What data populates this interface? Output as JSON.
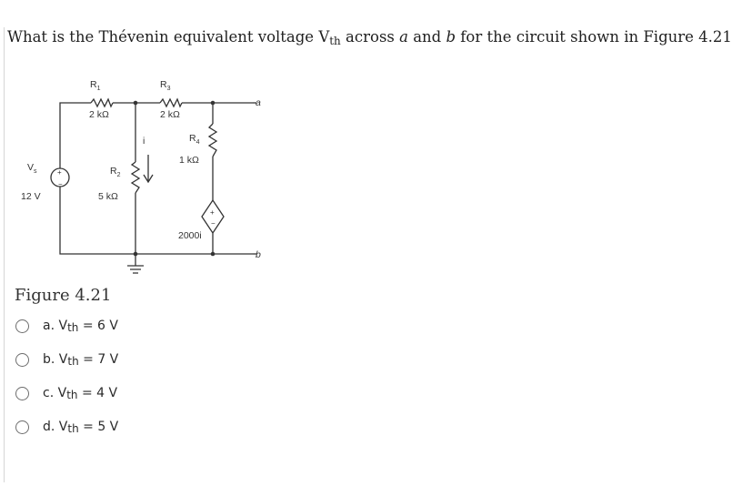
{
  "question": {
    "prefix": "What is the Thévenin equivalent voltage V",
    "sub": "th",
    "middle": " across ",
    "a": "a",
    "and": " and ",
    "b": "b",
    "suffix": " for the circuit shown in Figure 4.21?"
  },
  "circuit": {
    "r1_label": "R",
    "r1_sub": "1",
    "r1_value": "2 kΩ",
    "r2_label": "R",
    "r2_sub": "2",
    "r2_value": "5 kΩ",
    "r3_label": "R",
    "r3_sub": "3",
    "r3_value": "2 kΩ",
    "r4_label": "R",
    "r4_sub": "4",
    "r4_value": "1 kΩ",
    "vs_label": "V",
    "vs_sub": "s",
    "vs_value": "12 V",
    "current_label": "i",
    "dep_source_label": "2000i",
    "terminal_a": "a",
    "terminal_b": "b"
  },
  "figure_caption": "Figure 4.21",
  "options": [
    {
      "letter": "a.",
      "var": "V",
      "sub": "th",
      "rest": " = 6 V"
    },
    {
      "letter": "b.",
      "var": "V",
      "sub": "th",
      "rest": " = 7 V"
    },
    {
      "letter": "c.",
      "var": "V",
      "sub": "th",
      "rest": " = 4 V"
    },
    {
      "letter": "d.",
      "var": "V",
      "sub": "th",
      "rest": " = 5 V"
    }
  ]
}
